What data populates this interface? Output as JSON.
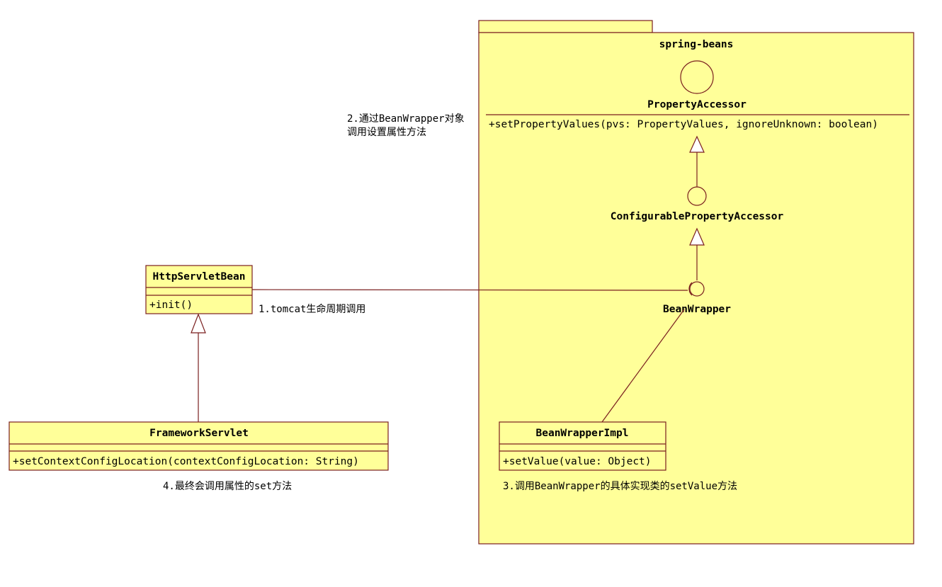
{
  "package": {
    "name": "spring-beans"
  },
  "interfaces": {
    "property_accessor": {
      "name": "PropertyAccessor",
      "method": "+setPropertyValues(pvs: PropertyValues, ignoreUnknown: boolean)"
    },
    "configurable_property_accessor": {
      "name": "ConfigurablePropertyAccessor"
    },
    "bean_wrapper": {
      "name": "BeanWrapper"
    }
  },
  "classes": {
    "http_servlet_bean": {
      "name": "HttpServletBean",
      "method": "+init()"
    },
    "framework_servlet": {
      "name": "FrameworkServlet",
      "method": "+setContextConfigLocation(contextConfigLocation: String)"
    },
    "bean_wrapper_impl": {
      "name": "BeanWrapperImpl",
      "method": "+setValue(value: Object)"
    }
  },
  "notes": {
    "step1": "1.tomcat生命周期调用",
    "step2_line1": "2.通过BeanWrapper对象",
    "step2_line2": "调用设置属性方法",
    "step3": "3.调用BeanWrapper的具体实现类的setValue方法",
    "step4": "4.最终会调用属性的set方法"
  }
}
